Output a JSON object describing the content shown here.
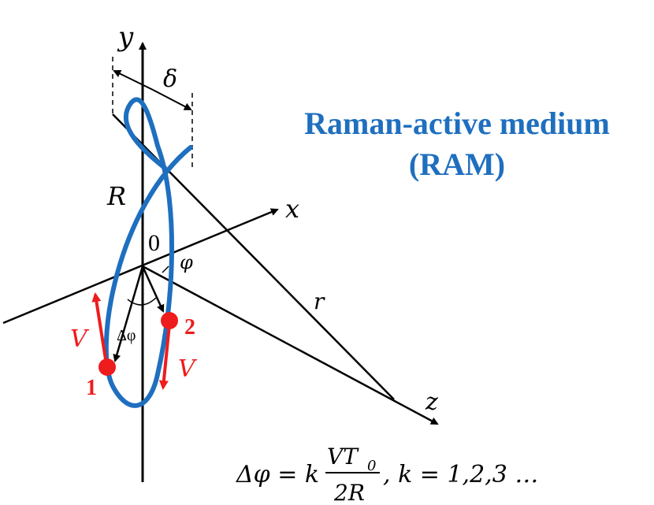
{
  "labels": {
    "y_axis": "y",
    "x_axis": "x",
    "z_axis": "z",
    "delta": "δ",
    "radius": "R",
    "origin": "0",
    "phi": "φ",
    "distance": "r",
    "delta_phi": "Δφ",
    "velocity_1": "V",
    "velocity_2": "V",
    "particle_1": "1",
    "particle_2": "2"
  },
  "title": {
    "line1": "Raman-active medium",
    "line2": "(RAM)"
  },
  "formula": {
    "lhs": "Δφ = k",
    "numerator": "VT",
    "numerator_sub": "0",
    "denominator": "2R",
    "rhs": ", k = 1,2,3 …"
  },
  "colors": {
    "axes": "#000000",
    "orbit": "#1f6fbf",
    "title": "#1f6fbf",
    "particles": "#ee1c1c",
    "formula": "#000000"
  }
}
